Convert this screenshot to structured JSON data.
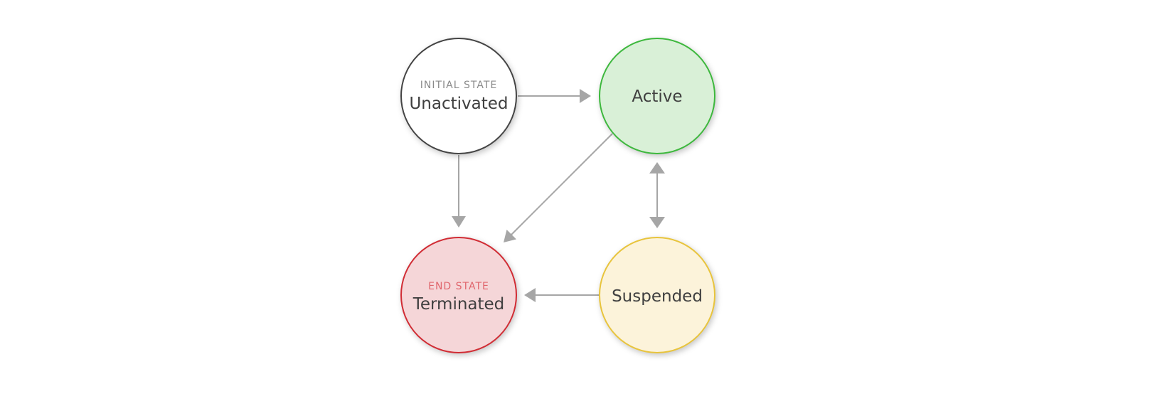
{
  "diagram": {
    "type": "state-machine",
    "colors": {
      "edge": "#a6a6a6",
      "initial_stroke": "#444444",
      "initial_fill": "#ffffff",
      "active_stroke": "#3db83d",
      "active_fill": "#d9f0d7",
      "terminated_stroke": "#d12c34",
      "terminated_fill": "#f5d6d8",
      "suspended_stroke": "#e8c43c",
      "suspended_fill": "#fcf3da",
      "initial_subtitle": "#8a8a8a",
      "end_subtitle": "#e0666d"
    },
    "nodes": [
      {
        "id": "unactivated",
        "label": "Unactivated",
        "subtitle": "INITIAL STATE"
      },
      {
        "id": "active",
        "label": "Active",
        "subtitle": ""
      },
      {
        "id": "terminated",
        "label": "Terminated",
        "subtitle": "END STATE"
      },
      {
        "id": "suspended",
        "label": "Suspended",
        "subtitle": ""
      }
    ],
    "edges": [
      {
        "from": "unactivated",
        "to": "active",
        "bidirectional": false
      },
      {
        "from": "unactivated",
        "to": "terminated",
        "bidirectional": false
      },
      {
        "from": "active",
        "to": "terminated",
        "bidirectional": false
      },
      {
        "from": "active",
        "to": "suspended",
        "bidirectional": true
      },
      {
        "from": "suspended",
        "to": "terminated",
        "bidirectional": false
      }
    ]
  }
}
